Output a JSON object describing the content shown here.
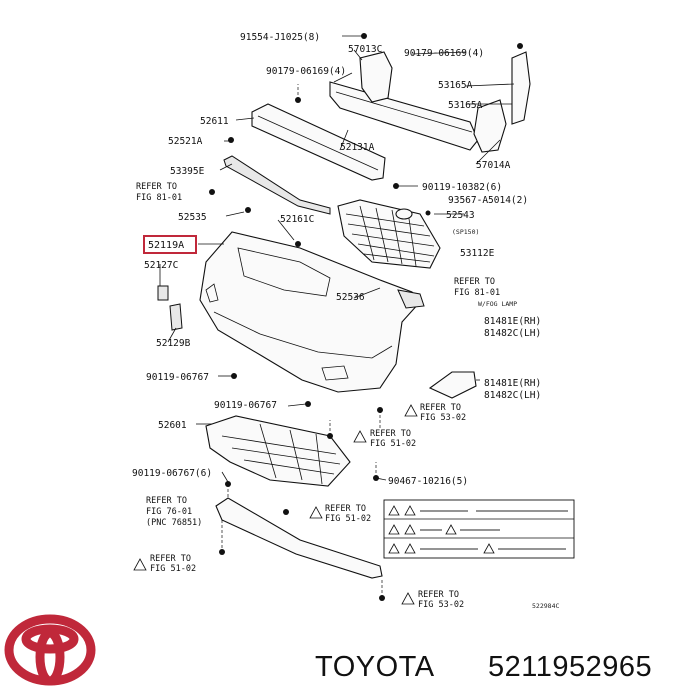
{
  "diagram": {
    "labels": {
      "p91554": "91554-J1025(8)",
      "p57013c": "57013C",
      "p90179a": "90179-06169(4)",
      "p90179b": "90179-06169(4)",
      "p53165a_1": "53165A",
      "p53165a_2": "53165A",
      "p52611": "52611",
      "p52131a": "52131A",
      "p52521a": "52521A",
      "p57014a": "57014A",
      "p53395e": "53395E",
      "p90119_10382": "90119-10382(6)",
      "p93567": "93567-A5014(2)",
      "p52535": "52535",
      "p52161c": "52161C",
      "p52543": "52543",
      "pSp150": "(SP150)",
      "p52119a": "52119A",
      "p52127c": "52127C",
      "p53112e": "53112E",
      "p52536": "52536",
      "p52129b": "52129B",
      "p90119_06767a": "90119-06767",
      "p90119_06767b": "90119-06767",
      "p52601": "52601",
      "p90119_06767c": "90119-06767(6)",
      "p90467": "90467-10216(5)",
      "p81481e_rh": "81481E(RH)",
      "p81482c_lh": "81482C(LH)",
      "p81481e_rh2": "81481E(RH)",
      "p81482c_lh2": "81482C(LH)",
      "wfog": "W/FOG LAMP",
      "figcode": "522984C"
    },
    "refers": {
      "r1_l1": "REFER TO",
      "r1_l2": "FIG 81-01",
      "r2_l1": "REFER TO",
      "r2_l2": "FIG 81-01",
      "r3_l1": "REFER TO",
      "r3_l2": "FIG 53-02",
      "r4_l1": "REFER TO",
      "r4_l2": "FIG 51-02",
      "r5_l1": "REFER TO",
      "r5_l2": "FIG 76-01",
      "r5_l3": "(PNC 76851)",
      "r6_l1": "REFER TO",
      "r6_l2": "FIG 51-02",
      "r7_l1": "REFER TO",
      "r7_l2": "FIG 51-02",
      "r8_l1": "REFER TO",
      "r8_l2": "FIG 53-02"
    },
    "highlighted_part": "52119A"
  },
  "footer": {
    "brand": "TOYOTA",
    "part_number": "5211952965"
  },
  "colors": {
    "logo": "#c0283a",
    "highlight": "#c0283a",
    "ink": "#111111"
  },
  "icons": [
    "warning-triangle-icon",
    "toyota-logo-icon"
  ]
}
